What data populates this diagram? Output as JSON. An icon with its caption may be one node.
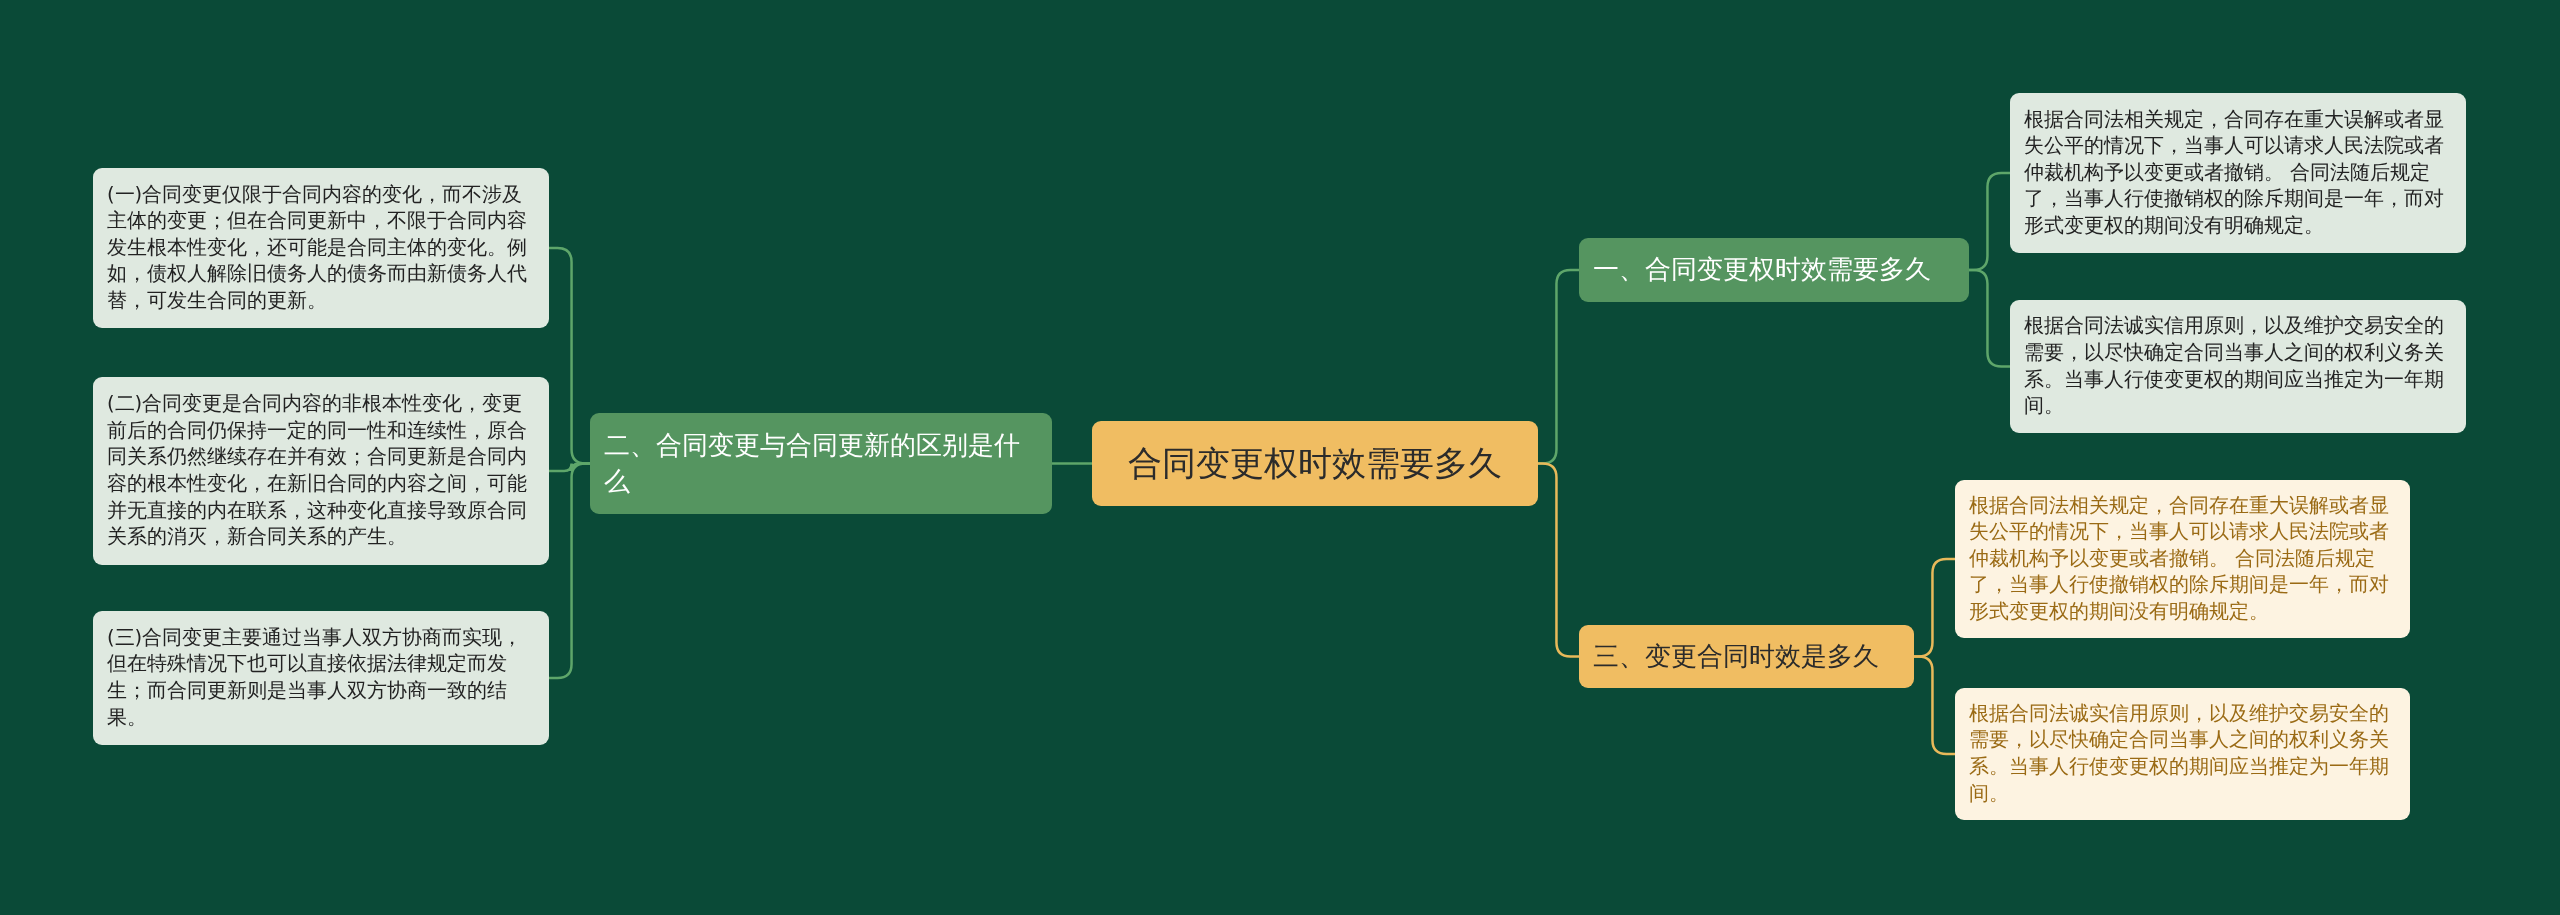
{
  "diagram": {
    "nodes": [
      {
        "text": [
          "合同变更权时效需要多久"
        ]
      },
      {
        "text": [
          "二、合同变更与合同更新的区别是什么"
        ]
      },
      {
        "text": [
          "(一)合同变更仅限于合同内容的变化，而不涉及主体的变更；但在合同更新中，不限于合同内容发生根本性变化，还可能是合同主体的变化。例如，债权人解除旧债务人的债务而由新债务人代替，可发生合同的更新。"
        ]
      },
      {
        "text": [
          "(二)合同变更是合同内容的非根本性变化，变更前后的合同仍保持一定的同一性和连续性，原合同关系仍然继续存在并有效；合同更新是合同内容的根本性变化，在新旧合同的内容之间，可能并无直接的内在联系，这种变化直接导致原合同关系的消灭，新合同关系的产生。"
        ]
      },
      {
        "text": [
          "(三)合同变更主要通过当事人双方协商而实现，但在特殊情况下也可以直接依据法律规定而发生；而合同更新则是当事人双方协商一致的结果。"
        ]
      },
      {
        "text": [
          "一、合同变更权时效需要多久"
        ]
      },
      {
        "text": [
          "根据合同法相关规定，合同存在重大误解或者显失公平的情况下，当事人可以请求人民法院或者仲裁机构予以变更或者撤销。 合同法随后规定了，当事人行使撤销权的除斥期间是一年，而对形式变更权的期间没有明确规定。"
        ]
      },
      {
        "text": [
          "根据合同法诚实信用原则，以及维护交易安全的需要，以尽快确定合同当事人之间的权利义务关系。当事人行使变更权的期间应当推定为一年期间。"
        ]
      },
      {
        "text": [
          "三、变更合同时效是多久"
        ]
      },
      {
        "text": [
          "根据合同法相关规定，合同存在重大误解或者显失公平的情况下，当事人可以请求人民法院或者仲裁机构予以变更或者撤销。 合同法随后规定了，当事人行使撤销权的除斥期间是一年，而对形式变更权的期间没有明确规定。"
        ]
      },
      {
        "text": [
          "根据合同法诚实信用原则，以及维护交易安全的需要，以尽快确定合同当事人之间的权利义务关系。当事人行使变更权的期间应当推定为一年期间。"
        ]
      }
    ],
    "edges": [
      {
        "from": 0,
        "to": 1,
        "arrow": "none"
      },
      {
        "from": 1,
        "to": 2,
        "arrow": "none"
      },
      {
        "from": 1,
        "to": 3,
        "arrow": "none"
      },
      {
        "from": 1,
        "to": 4,
        "arrow": "none"
      },
      {
        "from": 0,
        "to": 5,
        "arrow": "none"
      },
      {
        "from": 5,
        "to": 6,
        "arrow": "none"
      },
      {
        "from": 5,
        "to": 7,
        "arrow": "none"
      },
      {
        "from": 0,
        "to": 8,
        "arrow": "none",
        "color": "#e8b95a"
      },
      {
        "from": 8,
        "to": 9,
        "arrow": "none",
        "color": "#e8b95a"
      },
      {
        "from": 8,
        "to": 10,
        "arrow": "none",
        "color": "#e8b95a"
      }
    ]
  }
}
